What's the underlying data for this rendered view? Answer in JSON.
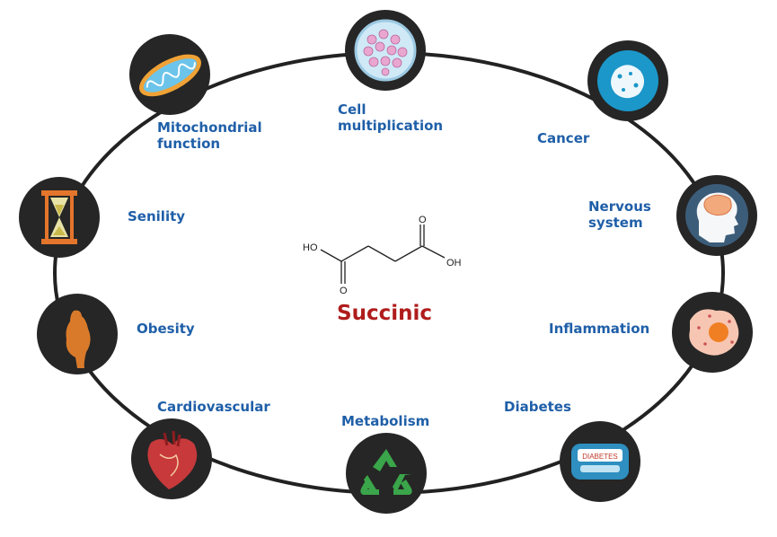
{
  "center": {
    "title": "Succinic",
    "molecule_labels": {
      "left_oh": "HO",
      "right_oh": "OH",
      "left_o": "O",
      "right_o": "O"
    }
  },
  "nodes": [
    {
      "id": "cell",
      "label_lines": [
        "Cell",
        "multiplication"
      ],
      "icon": "cell-dish-icon"
    },
    {
      "id": "cancer",
      "label_lines": [
        "Cancer"
      ],
      "icon": "cancer-cell-icon"
    },
    {
      "id": "nervous",
      "label_lines": [
        "Nervous",
        "system"
      ],
      "icon": "brain-head-icon"
    },
    {
      "id": "inflammation",
      "label_lines": [
        "Inflammation"
      ],
      "icon": "inflamed-cell-icon"
    },
    {
      "id": "diabetes",
      "label_lines": [
        "Diabetes"
      ],
      "icon": "glucose-meter-icon",
      "icon_text": "DIABETES"
    },
    {
      "id": "metabolism",
      "label_lines": [
        "Metabolism"
      ],
      "icon": "recycle-icon"
    },
    {
      "id": "cardiovascular",
      "label_lines": [
        "Cardiovascular"
      ],
      "icon": "heart-icon"
    },
    {
      "id": "obesity",
      "label_lines": [
        "Obesity"
      ],
      "icon": "obese-body-icon"
    },
    {
      "id": "senility",
      "label_lines": [
        "Senility"
      ],
      "icon": "hourglass-icon"
    },
    {
      "id": "mitochondrial",
      "label_lines": [
        "Mitochondrial",
        "function"
      ],
      "icon": "mitochondria-icon"
    }
  ],
  "colors": {
    "label": "#1f5fa8",
    "title": "#b01c1c",
    "circle": "#262626",
    "ring": "#222222"
  }
}
